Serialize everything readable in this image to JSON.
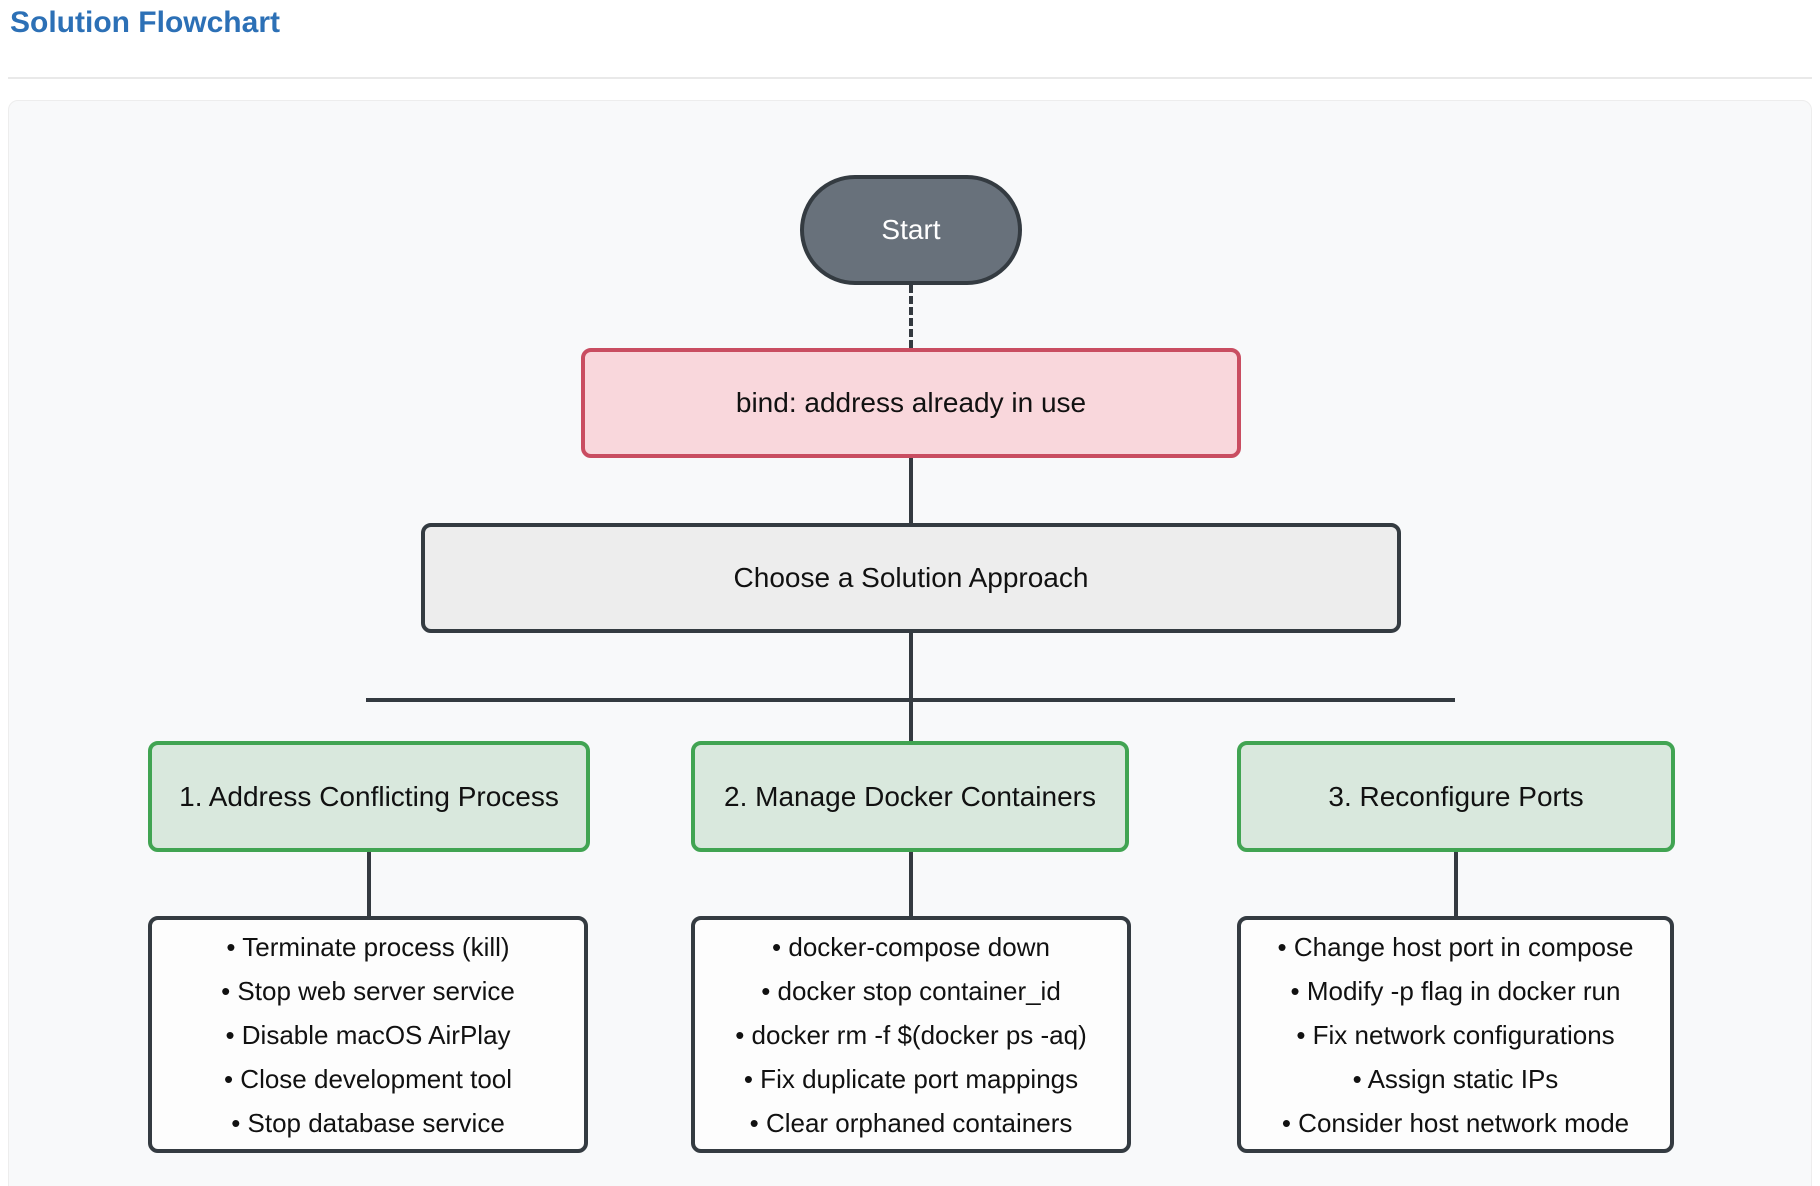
{
  "header": {
    "title": "Solution Flowchart"
  },
  "flowchart": {
    "start_label": "Start",
    "problem_label": "bind: address already in use",
    "decision_label": "Choose a Solution Approach",
    "branches": [
      {
        "title": "1. Address Conflicting Process",
        "items": [
          "• Terminate process (kill)",
          "• Stop web server service",
          "• Disable macOS AirPlay",
          "• Close development tool",
          "• Stop database service"
        ]
      },
      {
        "title": "2. Manage Docker Containers",
        "items": [
          "• docker-compose down",
          "• docker stop container_id",
          "• docker rm -f $(docker ps -aq)",
          "• Fix duplicate port mappings",
          "• Clear orphaned containers"
        ]
      },
      {
        "title": "3. Reconfigure Ports",
        "items": [
          "• Change host port in compose",
          "• Modify -p flag in docker run",
          "• Fix network configurations",
          "• Assign static IPs",
          "• Consider host network mode"
        ]
      }
    ]
  },
  "colors": {
    "title_blue": "#2c70b6",
    "panel_bg": "#f8f9fa",
    "edge_stroke": "#343a40",
    "start_fill": "#68717b",
    "start_text": "#ffffff",
    "node_stroke": "#343b41",
    "problem_fill": "#f9d7dc",
    "problem_stroke": "#c94d61",
    "decision_fill": "#ededed",
    "branch_fill": "#d9e8dd",
    "branch_stroke": "#41a452",
    "list_fill": "#fdfdfd"
  }
}
